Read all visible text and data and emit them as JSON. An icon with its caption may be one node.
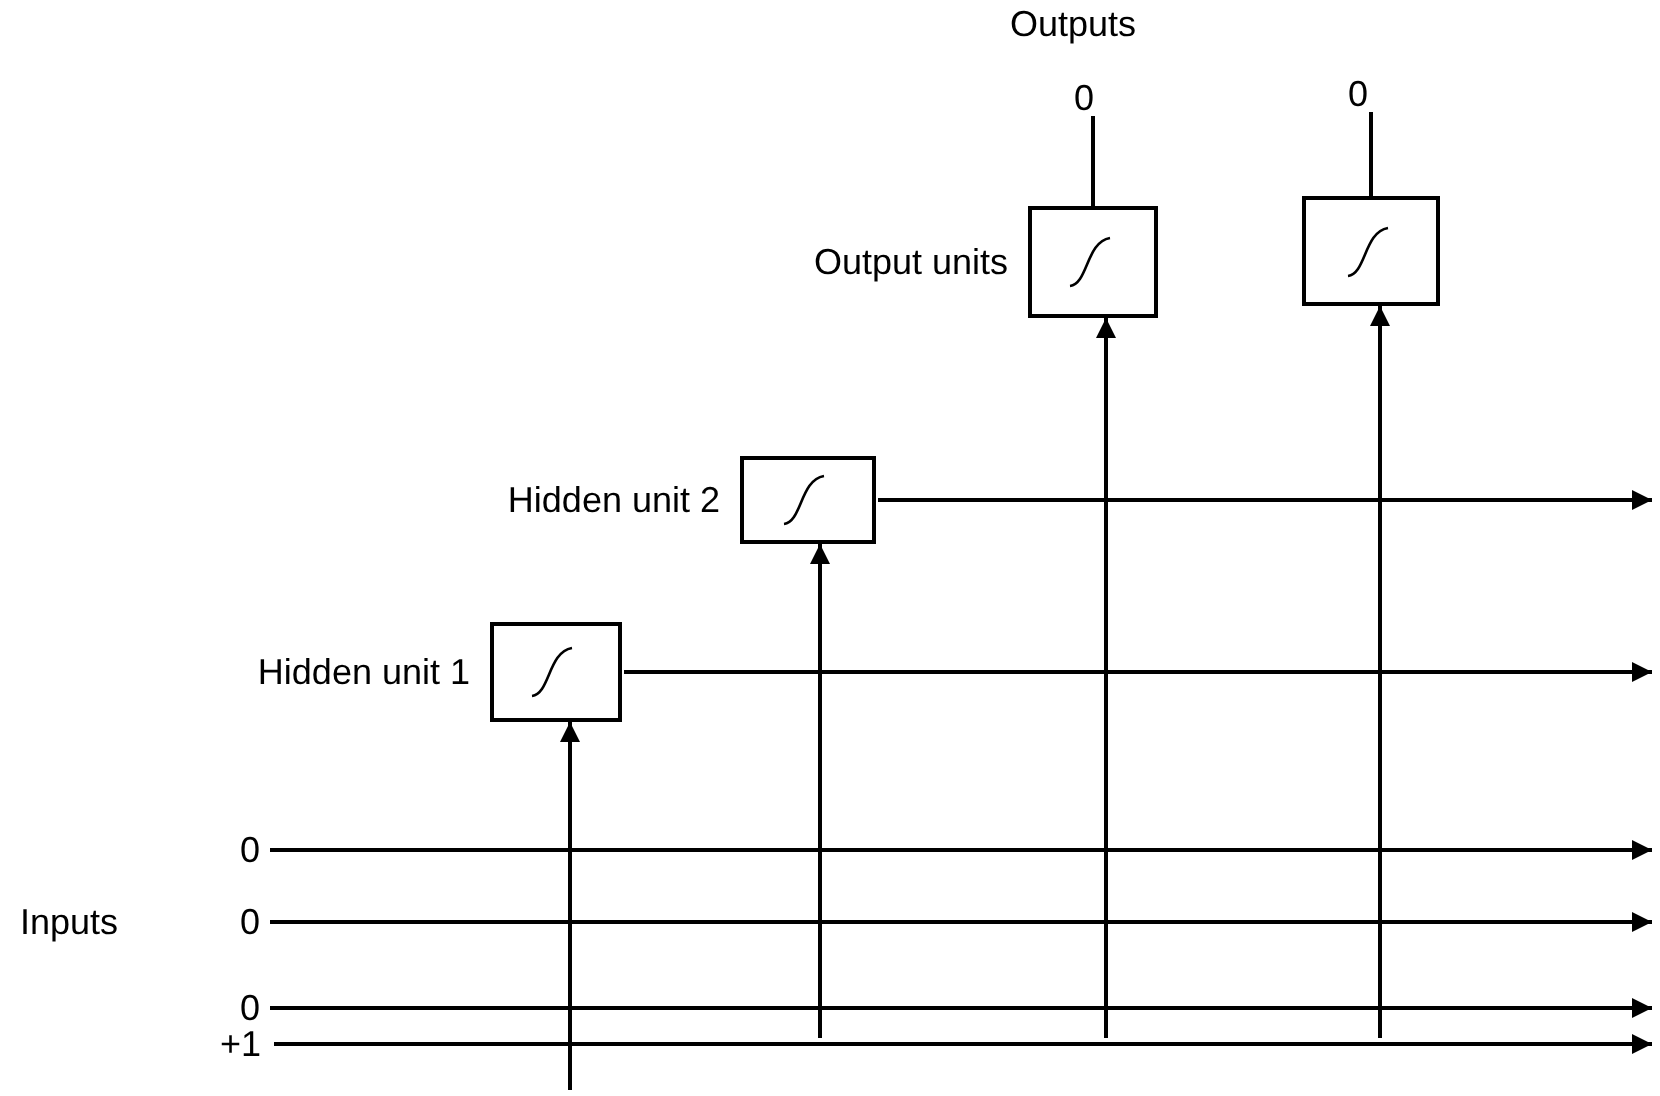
{
  "diagram": {
    "nodes": [
      {
        "text": [
          "0"
        ]
      },
      {
        "text": [
          "0"
        ]
      },
      {
        "text": [],
        "shape": "box",
        "beside": [
          "Output units"
        ]
      },
      {
        "text": [],
        "shape": "box"
      },
      {
        "text": [],
        "shape": "box",
        "beside": [
          "Hidden unit 2"
        ]
      },
      {
        "text": [],
        "shape": "box",
        "beside": [
          "Hidden unit 1"
        ]
      },
      {
        "text": [
          "0"
        ]
      },
      {
        "text": [
          "0"
        ]
      },
      {
        "text": [
          "0"
        ]
      },
      {
        "text": [
          "+1"
        ]
      }
    ],
    "edges": [
      {
        "from": 2,
        "to": 0,
        "arrow": "none"
      },
      {
        "from": 3,
        "to": 1,
        "arrow": "none"
      },
      {
        "from": 4,
        "to": null,
        "arrow": "to"
      },
      {
        "from": 5,
        "to": null,
        "arrow": "to"
      },
      {
        "from": 6,
        "to": null,
        "arrow": "to"
      },
      {
        "from": 7,
        "to": null,
        "arrow": "to"
      },
      {
        "from": 8,
        "to": null,
        "arrow": "to"
      },
      {
        "from": 9,
        "to": null,
        "arrow": "to"
      },
      {
        "from": null,
        "to": 5,
        "arrow": "to"
      },
      {
        "from": null,
        "to": 4,
        "arrow": "to"
      },
      {
        "from": null,
        "to": 2,
        "arrow": "to"
      },
      {
        "from": null,
        "to": 3,
        "arrow": "to"
      }
    ],
    "labels": [
      "Outputs",
      "Inputs"
    ]
  }
}
